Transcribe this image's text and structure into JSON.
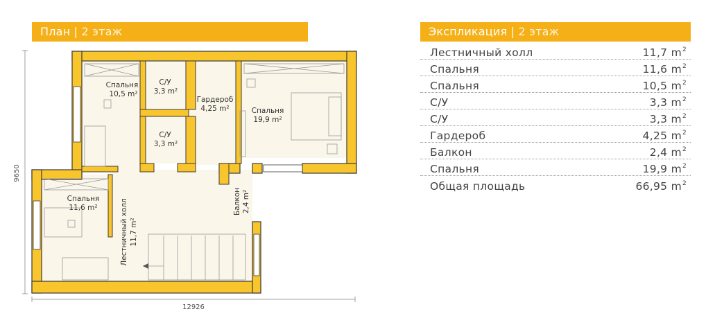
{
  "plan": {
    "title": "План",
    "sep": "|",
    "subtitle": "2 этаж",
    "dim_width": "12926",
    "dim_height": "9650",
    "rooms": [
      {
        "name": "Спальня",
        "area": "10,5 m²"
      },
      {
        "name": "С/У",
        "area": "3,3 m²"
      },
      {
        "name": "Гардероб",
        "area": "4,25 m²"
      },
      {
        "name": "Спальня",
        "area": "19,9 m²"
      },
      {
        "name": "С/У",
        "area": "3,3 m²"
      },
      {
        "name": "Спальня",
        "area": "11,6 m²"
      },
      {
        "name": "Лестничный холл",
        "area": "11,7 m²"
      },
      {
        "name": "Балкон",
        "area": "2,4 m²"
      }
    ]
  },
  "explication": {
    "title": "Экспликация",
    "sep": "|",
    "subtitle": "2 этаж",
    "unit_sup": "2",
    "rows": [
      {
        "label": "Лестничный холл",
        "value": "11,7 m"
      },
      {
        "label": "Спальня",
        "value": "11,6 m"
      },
      {
        "label": "Спальня",
        "value": "10,5 m"
      },
      {
        "label": "С/У",
        "value": "3,3 m"
      },
      {
        "label": "С/У",
        "value": "3,3 m"
      },
      {
        "label": "Гардероб",
        "value": "4,25 m"
      },
      {
        "label": "Балкон",
        "value": "2,4 m"
      },
      {
        "label": "Спальня",
        "value": "19,9 m"
      },
      {
        "label": "Общая площадь",
        "value": "66,95 m"
      }
    ]
  },
  "colors": {
    "accent": "#F5B018",
    "wall_fill": "#F8C52D",
    "wall_stroke": "#3A3A3A",
    "room_fill": "#FBF6EA"
  }
}
